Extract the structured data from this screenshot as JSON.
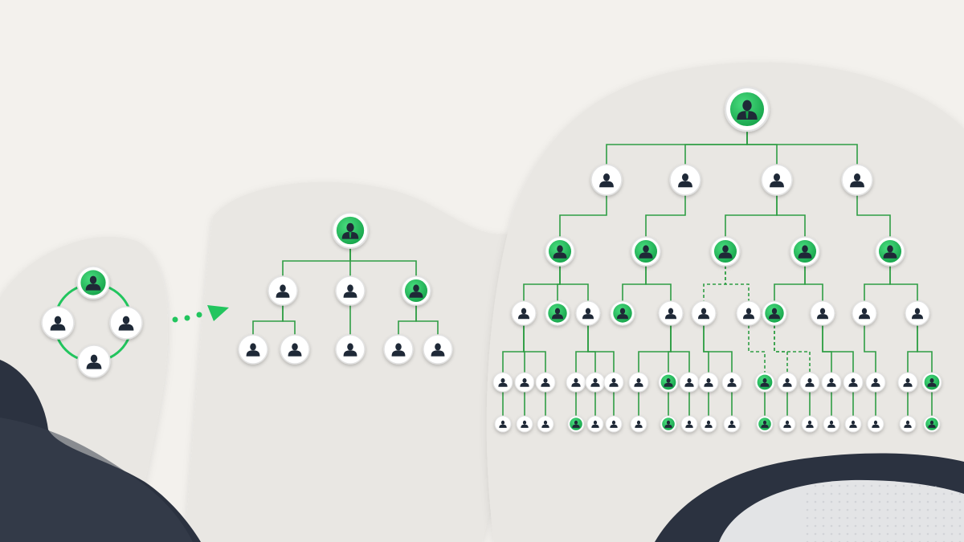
{
  "colors": {
    "background": "#f3f1ed",
    "panel": "#e9e7e3",
    "node_fill": "#ffffff",
    "node_ring": "#e2e2e2",
    "accent": "#22c55e",
    "accent_dark": "#15803d",
    "figure": "#1f2937",
    "dark_shape": "#2b3240",
    "connector": "#2f9e44"
  },
  "icons": {
    "person": "person-silhouette-icon",
    "leader": "person-with-tie-icon",
    "arrow": "dotted-arrow-icon"
  },
  "diagrams": [
    {
      "name": "ring-team",
      "structure": "circle",
      "members": [
        {
          "highlight": true
        },
        {
          "highlight": false
        },
        {
          "highlight": false
        },
        {
          "highlight": false
        }
      ]
    },
    {
      "name": "small-tree",
      "structure": "hierarchy",
      "levels": [
        {
          "highlight": [
            true
          ]
        },
        {
          "highlight": [
            false,
            false,
            true
          ]
        },
        {
          "highlight": [
            false,
            false,
            false,
            false,
            false
          ]
        }
      ]
    },
    {
      "name": "large-tree",
      "structure": "hierarchy",
      "levels": [
        {
          "highlight": [
            true
          ]
        },
        {
          "highlight": [
            false,
            false,
            false,
            false
          ]
        },
        {
          "highlight": [
            true,
            true,
            true,
            true,
            true
          ]
        },
        {
          "highlight": [
            false,
            true,
            false,
            true,
            false,
            false,
            false,
            true,
            false,
            false,
            false
          ]
        },
        {
          "highlight": [
            false,
            false,
            false,
            false,
            false,
            false,
            false,
            true,
            false,
            false,
            false,
            true,
            false,
            false,
            false,
            false,
            false,
            false,
            true
          ]
        },
        {
          "highlight": [
            false,
            false,
            false,
            true,
            false,
            false,
            false,
            true,
            false,
            false,
            false,
            true,
            false,
            false,
            false,
            false,
            false,
            false,
            true
          ]
        }
      ]
    }
  ]
}
